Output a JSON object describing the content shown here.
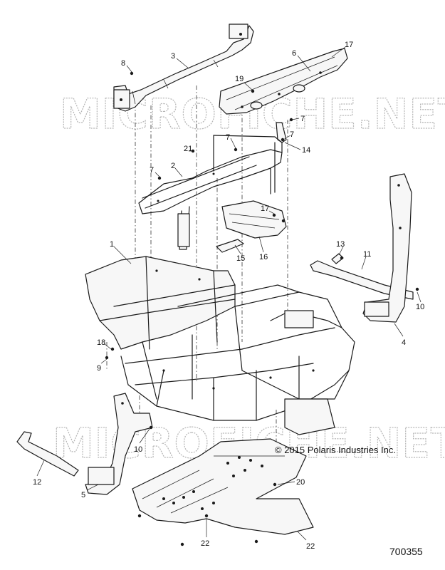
{
  "watermark": "MICROFICHE.NET",
  "copyright": "© 2015 Polaris Industries Inc.",
  "diagram_id": "700355",
  "callouts": [
    {
      "id": "c8",
      "label": "8"
    },
    {
      "id": "c3",
      "label": "3"
    },
    {
      "id": "c6",
      "label": "6"
    },
    {
      "id": "c17a",
      "label": "17"
    },
    {
      "id": "c19",
      "label": "19"
    },
    {
      "id": "c7a",
      "label": "7"
    },
    {
      "id": "c7b",
      "label": "7"
    },
    {
      "id": "c7c",
      "label": "7"
    },
    {
      "id": "c14",
      "label": "14"
    },
    {
      "id": "c21",
      "label": "21"
    },
    {
      "id": "c7d",
      "label": "7"
    },
    {
      "id": "c2",
      "label": "2"
    },
    {
      "id": "c17b",
      "label": "17"
    },
    {
      "id": "c1",
      "label": "1"
    },
    {
      "id": "c15",
      "label": "15"
    },
    {
      "id": "c16",
      "label": "16"
    },
    {
      "id": "c13",
      "label": "13"
    },
    {
      "id": "c11",
      "label": "11"
    },
    {
      "id": "c10a",
      "label": "10"
    },
    {
      "id": "c4",
      "label": "4"
    },
    {
      "id": "c18",
      "label": "18"
    },
    {
      "id": "c9",
      "label": "9"
    },
    {
      "id": "c10b",
      "label": "10"
    },
    {
      "id": "c12",
      "label": "12"
    },
    {
      "id": "c5",
      "label": "5"
    },
    {
      "id": "c20",
      "label": "20"
    },
    {
      "id": "c22a",
      "label": "22"
    },
    {
      "id": "c22b",
      "label": "22"
    }
  ]
}
